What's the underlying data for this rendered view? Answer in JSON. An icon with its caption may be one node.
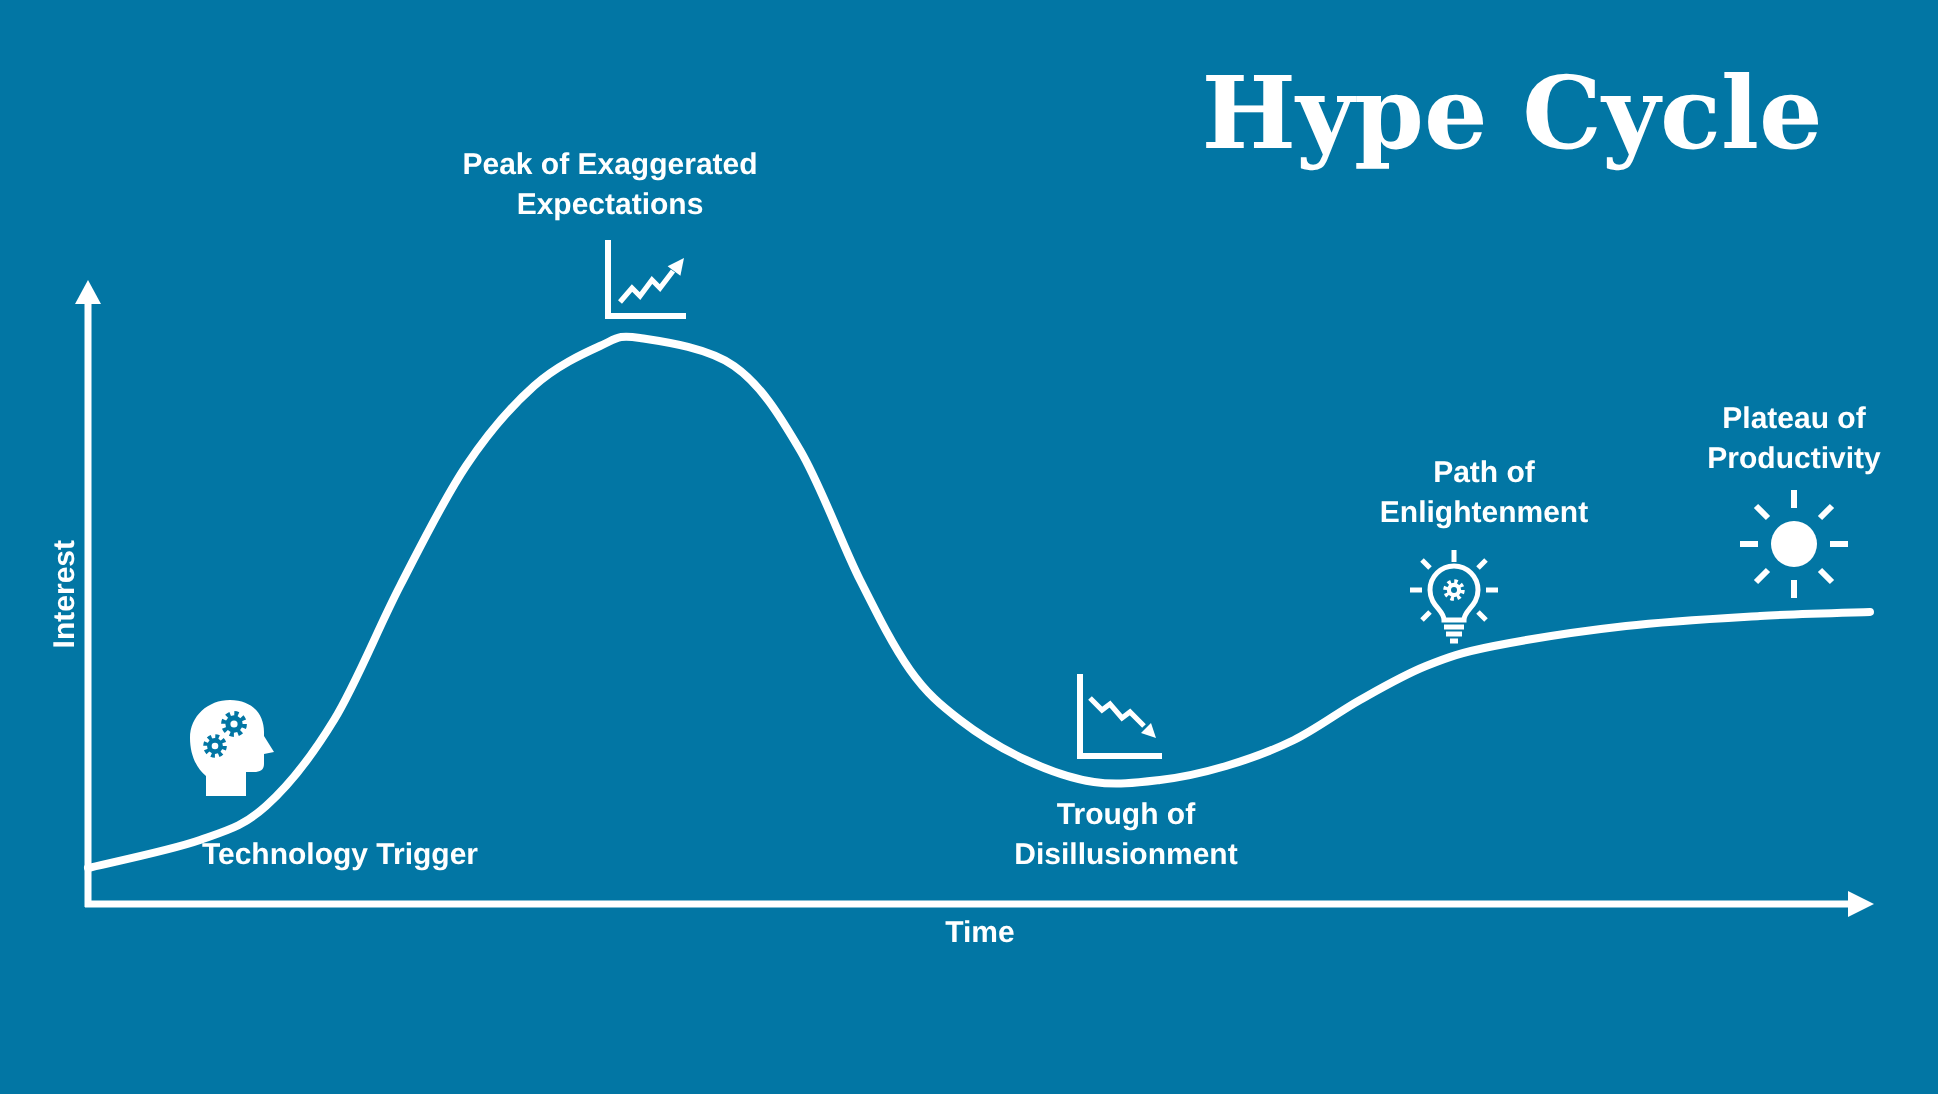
{
  "diagram": {
    "title": "Hype Cycle",
    "labels": [
      "Interest",
      "Technology Trigger",
      "Peak of Exaggerated Expectations",
      "Trough of Disillusionment",
      "Path of Enlightenment",
      "Plateau of Productivity",
      "Time"
    ]
  }
}
